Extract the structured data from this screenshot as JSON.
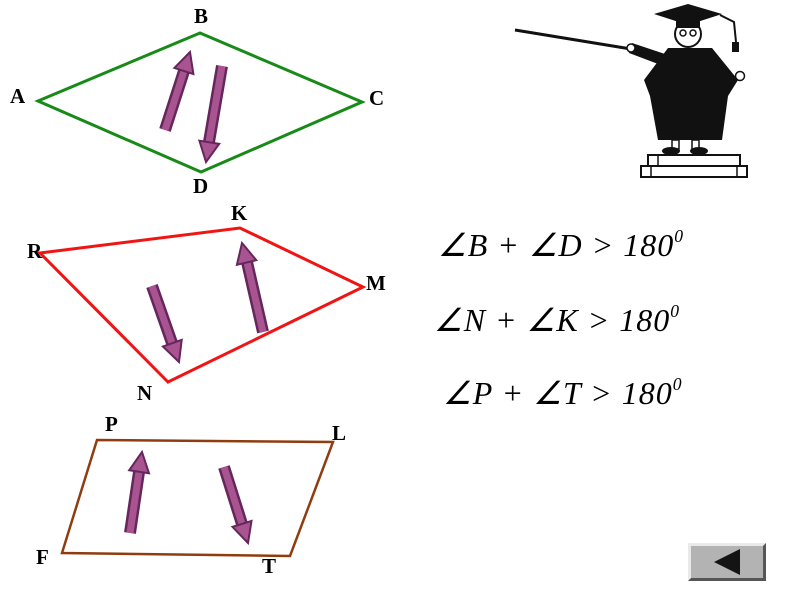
{
  "figures": {
    "quad_abcd": {
      "vertices": {
        "a": "A",
        "b": "B",
        "c": "C",
        "d": "D"
      },
      "outline_color": "#178a17"
    },
    "quad_rkmn": {
      "vertices": {
        "r": "R",
        "k": "K",
        "m": "M",
        "n": "N"
      },
      "outline_color": "#f11414"
    },
    "quad_pltf": {
      "vertices": {
        "p": "P",
        "l": "L",
        "f": "F",
        "t": "T"
      },
      "outline_color": "#8f3d10"
    },
    "arrow_fill_color": "#a85490",
    "arrow_outline_color": "#66265c"
  },
  "formulas": [
    {
      "expression": "∠B + ∠D > 180",
      "exponent": "0"
    },
    {
      "expression": "∠N + ∠K > 180",
      "exponent": "0"
    },
    {
      "expression": "∠P + ∠T > 180",
      "exponent": "0"
    }
  ],
  "clipart": {
    "name": "graduate-with-pointer-on-books"
  },
  "navigation": {
    "back_icon": "left-triangle"
  }
}
